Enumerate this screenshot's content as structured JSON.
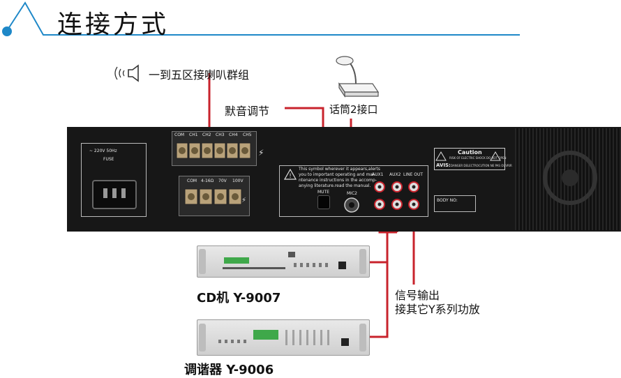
{
  "header": {
    "title": "连接方式"
  },
  "labels": {
    "speaker_groups": "一到五区接喇叭群组",
    "mute_control": "默音调节",
    "mic2": "话筒2接口",
    "signal_out_line1": "信号输出",
    "signal_out_line2": "接其它Y系列功放",
    "cd_player": "CD机 Y-9007",
    "tuner": "调谐器 Y-9006"
  },
  "panel": {
    "fuse_voltage": "~ 220V 50Hz",
    "fuse_label": "FUSE",
    "channels": [
      "COM",
      "CH1",
      "CH2",
      "CH3",
      "CH4",
      "CH5"
    ],
    "output_terms": [
      "COM",
      "4-16Ω",
      "70V",
      "100V"
    ],
    "warning_text": [
      "This symbol wherever it appears,alerts",
      "you to important operating and mai-",
      "ntenance instructions in the accomp-",
      "anying literature.read the manual."
    ],
    "mute": "MUTE",
    "mic2": "MIC2",
    "aux1": "AUX1",
    "aux2": "AUX2",
    "line_out": "LINE OUT",
    "caution": "Caution",
    "caution_sub": "RISK OF ELECTRIC SHOCK DO NOT OPEN",
    "avis": "AVIS:",
    "avis_sub": "DANGER DELECTROCUTION NE PAS OUVRIR",
    "body_no": "BODY NO:"
  },
  "colors": {
    "accent": "#c8232c",
    "line_blue": "#1e88c8",
    "panel": "#171717"
  }
}
